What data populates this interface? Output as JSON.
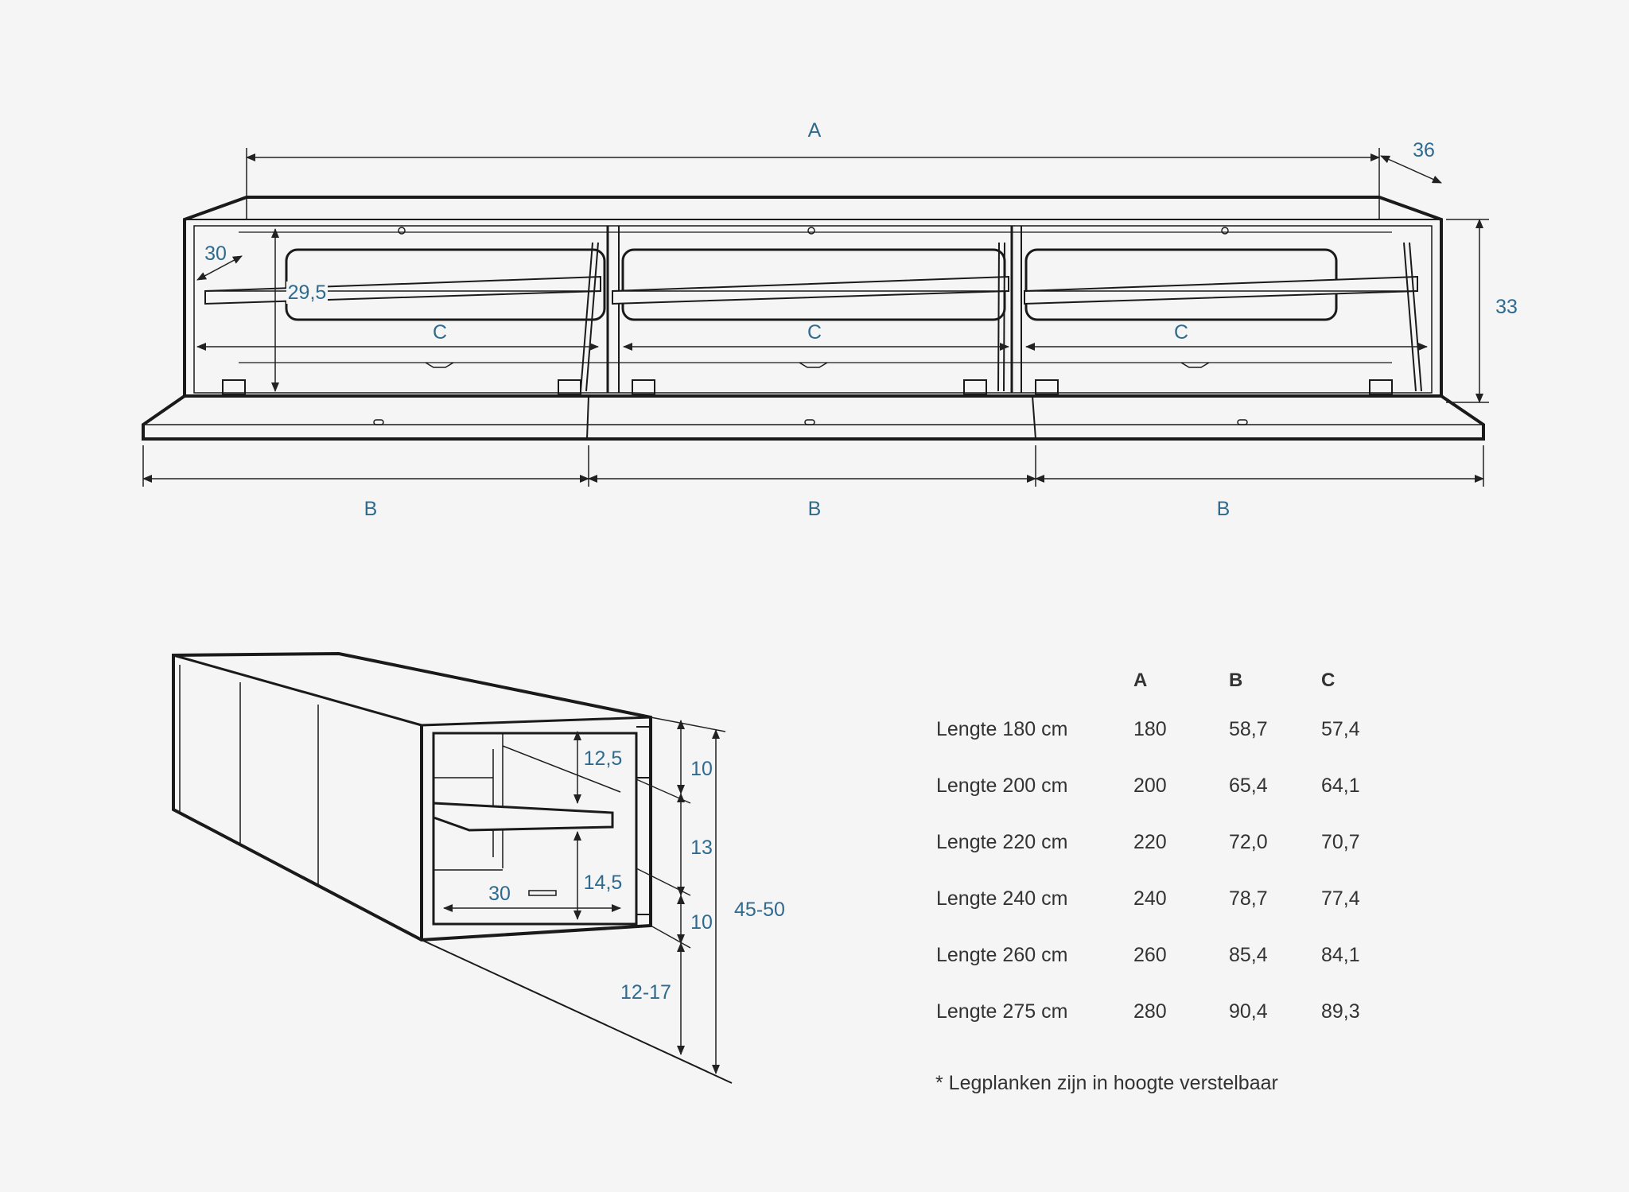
{
  "front_view": {
    "labels": {
      "width": "A",
      "depth": "36",
      "height": "33",
      "shelf_depth": "30",
      "inner_height": "29,5",
      "compartment": "C",
      "door": "B"
    }
  },
  "side_view": {
    "labels": {
      "top_gap": "12,5",
      "bottom_gap": "14,5",
      "shelf_depth": "30",
      "top_panel": "10",
      "middle": "13",
      "bottom_panel": "10",
      "wall_gap": "12-17",
      "total": "45-50"
    }
  },
  "spec_table": {
    "headers": [
      "",
      "A",
      "B",
      "C"
    ],
    "rows": [
      {
        "name": "Lengte 180 cm",
        "a": "180",
        "b": "58,7",
        "c": "57,4"
      },
      {
        "name": "Lengte 200 cm",
        "a": "200",
        "b": "65,4",
        "c": "64,1"
      },
      {
        "name": "Lengte 220 cm",
        "a": "220",
        "b": "72,0",
        "c": "70,7"
      },
      {
        "name": "Lengte 240 cm",
        "a": "240",
        "b": "78,7",
        "c": "77,4"
      },
      {
        "name": "Lengte 260 cm",
        "a": "260",
        "b": "85,4",
        "c": "84,1"
      },
      {
        "name": "Lengte 275 cm",
        "a": "280",
        "b": "90,4",
        "c": "89,3"
      }
    ],
    "note": "* Legplanken zijn in hoogte verstelbaar"
  }
}
